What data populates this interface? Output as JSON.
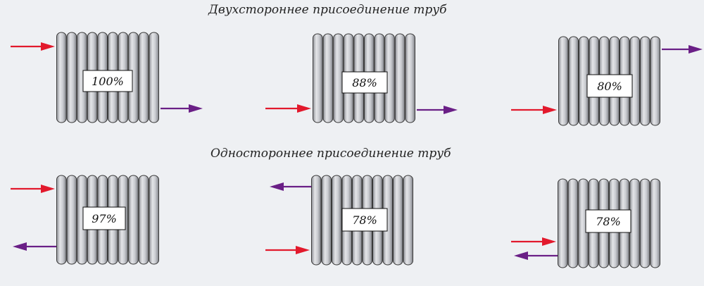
{
  "headings": {
    "two_sided": "Двухстороннее присоединение труб",
    "one_sided": "Одностороннее присоединение труб"
  },
  "colors": {
    "inlet_arrow": "#e2192c",
    "outlet_arrow": "#6a1f86",
    "radiator_fill": "#c4c6cb",
    "radiator_stroke": "#3a3a3a",
    "background": "#eef0f3"
  },
  "radiators": [
    {
      "group": "two-sided",
      "efficiency": "100%",
      "inlet": "left-top",
      "outlet": "right-bottom"
    },
    {
      "group": "two-sided",
      "efficiency": "88%",
      "inlet": "left-bottom",
      "outlet": "right-bottom"
    },
    {
      "group": "two-sided",
      "efficiency": "80%",
      "inlet": "left-bottom",
      "outlet": "right-top"
    },
    {
      "group": "one-sided",
      "efficiency": "97%",
      "inlet": "left-top",
      "outlet": "left-bottom"
    },
    {
      "group": "one-sided",
      "efficiency": "78%",
      "inlet": "left-bottom",
      "outlet": "left-top"
    },
    {
      "group": "one-sided",
      "efficiency": "78%",
      "inlet": "left-bottom",
      "outlet": "left-bottom"
    }
  ]
}
